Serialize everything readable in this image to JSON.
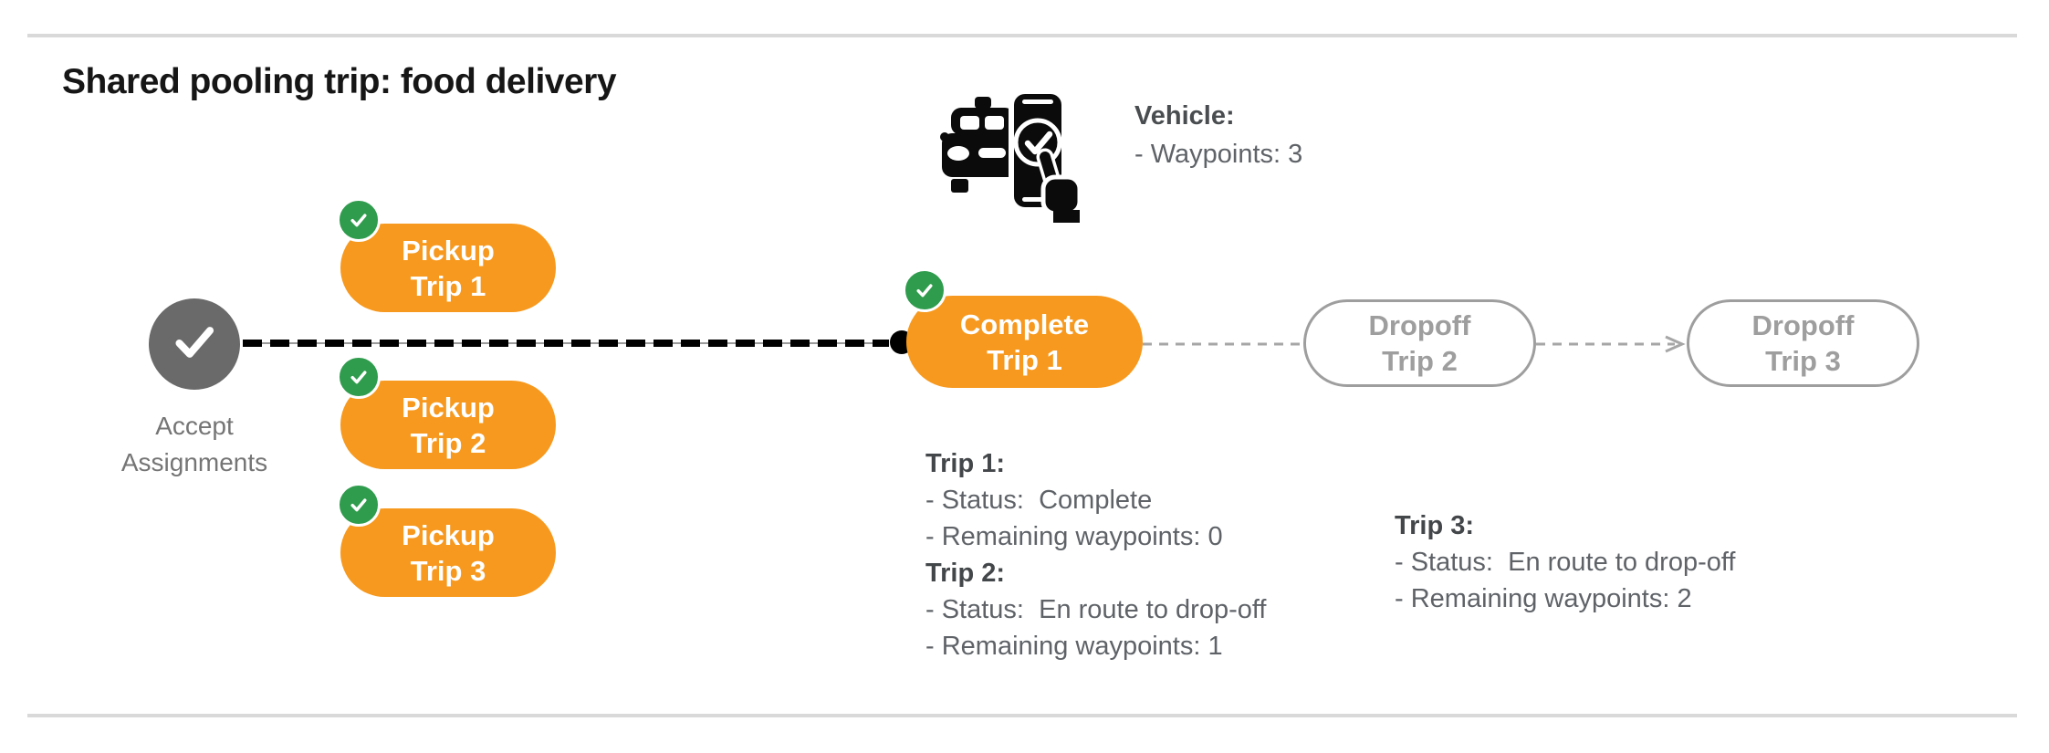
{
  "title": "Shared pooling trip: food delivery",
  "colors": {
    "pill_orange": "#F7991E",
    "badge_green": "#2F9C4D",
    "start_gray": "#6A6A6A",
    "ghost_gray": "#9E9E9E",
    "text_gray": "#5F6368",
    "divider_gray": "#D9D9D9"
  },
  "flow": {
    "start": {
      "line1": "Accept",
      "line2": "Assignments"
    },
    "pickups": [
      {
        "line1": "Pickup",
        "line2": "Trip 1"
      },
      {
        "line1": "Pickup",
        "line2": "Trip 2"
      },
      {
        "line1": "Pickup",
        "line2": "Trip 3"
      }
    ],
    "complete": {
      "line1": "Complete",
      "line2": "Trip 1"
    },
    "dropoffs": [
      {
        "line1": "Dropoff",
        "line2": "Trip 2"
      },
      {
        "line1": "Dropoff",
        "line2": "Trip 3"
      }
    ]
  },
  "vehicle": {
    "heading": "Vehicle:",
    "detail": "- Waypoints: 3"
  },
  "status_blocks": {
    "left": [
      {
        "heading": "Trip 1:",
        "lines": [
          "- Status:  Complete",
          "- Remaining waypoints: 0"
        ]
      },
      {
        "heading": "Trip 2:",
        "lines": [
          "- Status:  En route to drop-off",
          "- Remaining waypoints: 1"
        ]
      }
    ],
    "right": [
      {
        "heading": "Trip 3:",
        "lines": [
          "- Status:  En route to drop-off",
          "- Remaining waypoints: 2"
        ]
      }
    ]
  }
}
